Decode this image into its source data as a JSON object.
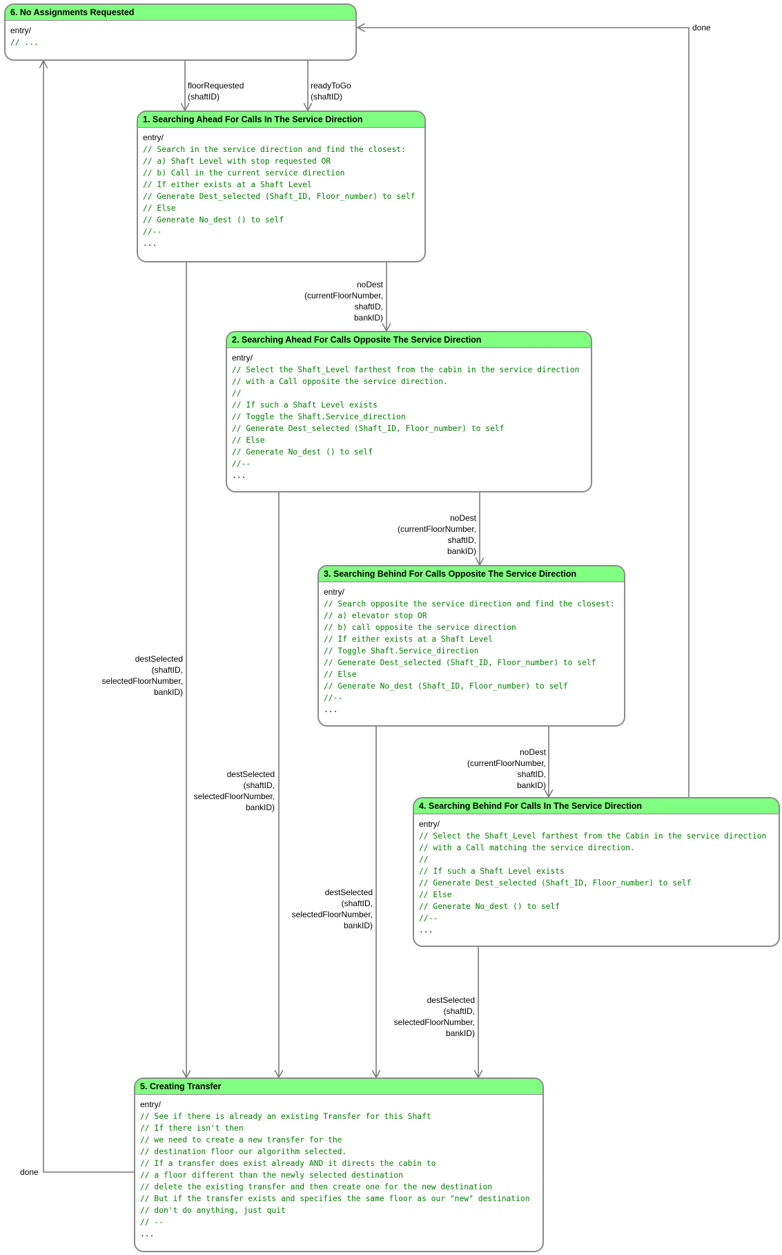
{
  "states": {
    "s6": {
      "title": "6. No Assignments Requested",
      "entry": "entry/",
      "lines": [
        "// ..."
      ],
      "ellipsis": ""
    },
    "s1": {
      "title": "1. Searching Ahead For Calls In The Service Direction",
      "entry": "entry/",
      "lines": [
        "// Search in the service direction and find the closest:",
        "// a) Shaft Level with stop requested OR",
        "// b) Call in the current service direction",
        "// If either exists at a Shaft Level",
        "// Generate Dest_selected (Shaft_ID, Floor_number) to self",
        "// Else",
        "// Generate No_dest () to self",
        "//--"
      ],
      "ellipsis": "..."
    },
    "s2": {
      "title": "2. Searching Ahead For Calls Opposite The Service Direction",
      "entry": "entry/",
      "lines": [
        "// Select the Shaft_Level farthest from the cabin in the service direction",
        "// with a Call opposite the service direction.",
        "//",
        "// If such a Shaft Level exists",
        "// Toggle the Shaft.Service_direction",
        "// Generate Dest_selected (Shaft_ID, Floor_number) to self",
        "// Else",
        "// Generate No_dest () to self",
        "//--"
      ],
      "ellipsis": "..."
    },
    "s3": {
      "title": "3. Searching Behind For Calls Opposite The Service Direction",
      "entry": "entry/",
      "lines": [
        "// Search opposite the service direction and find the closest:",
        "// a) elevator stop OR",
        "// b) call opposite the service direction",
        "// If either exists at a Shaft Level",
        "// Toggle Shaft.Service_direction",
        "// Generate Dest_selected (Shaft_ID, Floor_number) to self",
        "// Else",
        "// Generate No_dest (Shaft_ID, Floor_number) to self",
        "//--"
      ],
      "ellipsis": "..."
    },
    "s4": {
      "title": "4. Searching Behind For Calls In The Service Direction",
      "entry": "entry/",
      "lines": [
        "// Select the Shaft_Level farthest from the Cabin in the service direction",
        "// with a Call matching the service direction.",
        "//",
        "// If such a Shaft Level exists",
        "// Generate Dest_selected (Shaft_ID, Floor_number) to self",
        "// Else",
        "// Generate No_dest () to self",
        "//--"
      ],
      "ellipsis": "..."
    },
    "s5": {
      "title": "5. Creating Transfer",
      "entry": "entry/",
      "lines": [
        "// See if there is already an existing Transfer for this Shaft",
        "// If there isn't then",
        "// we need to create a new transfer for the",
        "// destination floor our algorithm selected.",
        "// If a transfer does exist already AND it directs the cabin to",
        "// a floor different than the newly selected destination",
        "// delete the existing transfer and then create one for the new destination",
        "// But if the transfer exists and specifies the same floor as our \"new\" destination",
        "// don't do anything, just quit",
        "// --"
      ],
      "ellipsis": "..."
    }
  },
  "transitions": {
    "floor_requested": [
      "floorRequested",
      "(shaftID)"
    ],
    "ready_to_go": [
      "readyToGo",
      "(shaftID)"
    ],
    "no_dest_1_2": [
      "noDest",
      "(currentFloorNumber,",
      "shaftID,",
      "bankID)"
    ],
    "no_dest_2_3": [
      "noDest",
      "(currentFloorNumber,",
      "shaftID,",
      "bankID)"
    ],
    "no_dest_3_4": [
      "noDest",
      "(currentFloorNumber,",
      "shaftID,",
      "bankID)"
    ],
    "dest_selected_1": [
      "destSelected",
      "(shaftID,",
      "selectedFloorNumber,",
      "bankID)"
    ],
    "dest_selected_2": [
      "destSelected",
      "(shaftID,",
      "selectedFloorNumber,",
      "bankID)"
    ],
    "dest_selected_3": [
      "destSelected",
      "(shaftID,",
      "selectedFloorNumber,",
      "bankID)"
    ],
    "dest_selected_4": [
      "destSelected",
      "(shaftID,",
      "selectedFloorNumber,",
      "bankID)"
    ],
    "done_4_6": [
      "done"
    ],
    "done_5_6": [
      "done"
    ]
  },
  "colors": {
    "title_fill": "#80ff80",
    "border": "#8a8a8a",
    "code": "#008000",
    "edge": "#7a7a7a"
  }
}
